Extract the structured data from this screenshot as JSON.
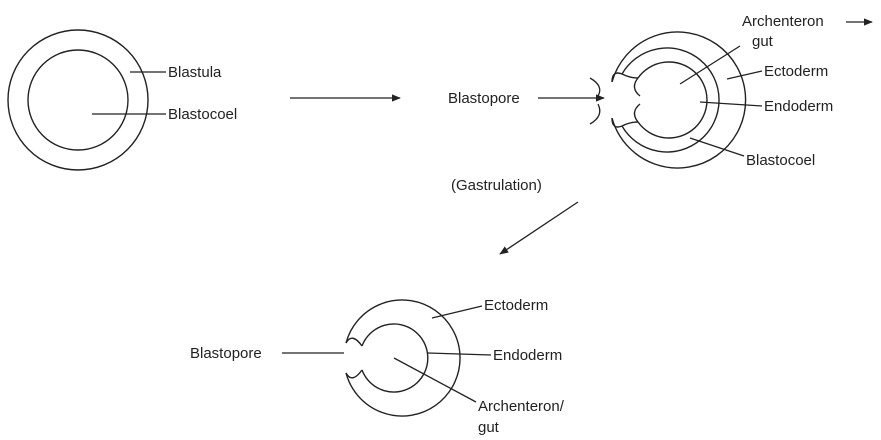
{
  "stage1": {
    "labels": {
      "blastula": "Blastula",
      "blastocoel": "Blastocoel"
    }
  },
  "stage2": {
    "labels": {
      "archenteron_line1": "Archenteron",
      "archenteron_line2": "gut",
      "ectoderm": "Ectoderm",
      "endoderm": "Endoderm",
      "blastopore": "Blastopore",
      "blastocoel": "Blastocoel"
    }
  },
  "process_label": "(Gastrulation)",
  "stage3": {
    "labels": {
      "ectoderm": "Ectoderm",
      "endoderm": "Endoderm",
      "blastopore": "Blastopore",
      "archenteron_line1": "Archenteron/",
      "archenteron_line2": "gut"
    }
  }
}
